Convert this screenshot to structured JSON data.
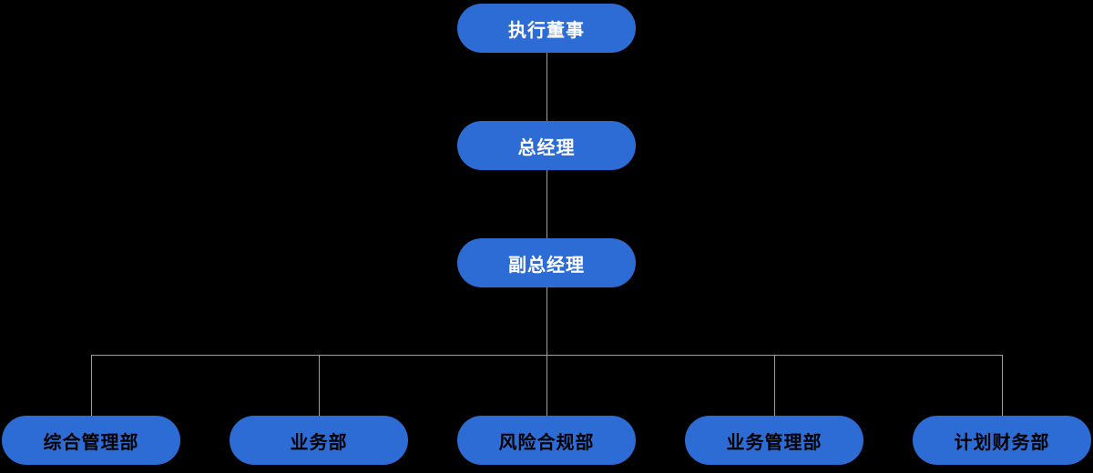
{
  "diagram": {
    "type": "org-chart",
    "nodes": [
      {
        "id": "executive_director",
        "label": "执行董事",
        "level": 1
      },
      {
        "id": "general_manager",
        "label": "总经理",
        "level": 2
      },
      {
        "id": "deputy_general_manager",
        "label": "副总经理",
        "level": 3
      },
      {
        "id": "general_admin_dept",
        "label": "综合管理部",
        "level": 4
      },
      {
        "id": "business_dept",
        "label": "业务部",
        "level": 4
      },
      {
        "id": "risk_compliance_dept",
        "label": "风险合规部",
        "level": 4
      },
      {
        "id": "business_management_dept",
        "label": "业务管理部",
        "level": 4
      },
      {
        "id": "planning_finance_dept",
        "label": "计划财务部",
        "level": 4
      }
    ],
    "edges": [
      {
        "from": "executive_director",
        "to": "general_manager"
      },
      {
        "from": "general_manager",
        "to": "deputy_general_manager"
      },
      {
        "from": "deputy_general_manager",
        "to": "general_admin_dept"
      },
      {
        "from": "deputy_general_manager",
        "to": "business_dept"
      },
      {
        "from": "deputy_general_manager",
        "to": "risk_compliance_dept"
      },
      {
        "from": "deputy_general_manager",
        "to": "business_management_dept"
      },
      {
        "from": "deputy_general_manager",
        "to": "planning_finance_dept"
      }
    ],
    "colors": {
      "background": "#000000",
      "node_fill": "#2D6CD5",
      "connector": "#9E9E9E",
      "upper_level_text": "#FFFFFF",
      "department_text": "#000000"
    }
  }
}
